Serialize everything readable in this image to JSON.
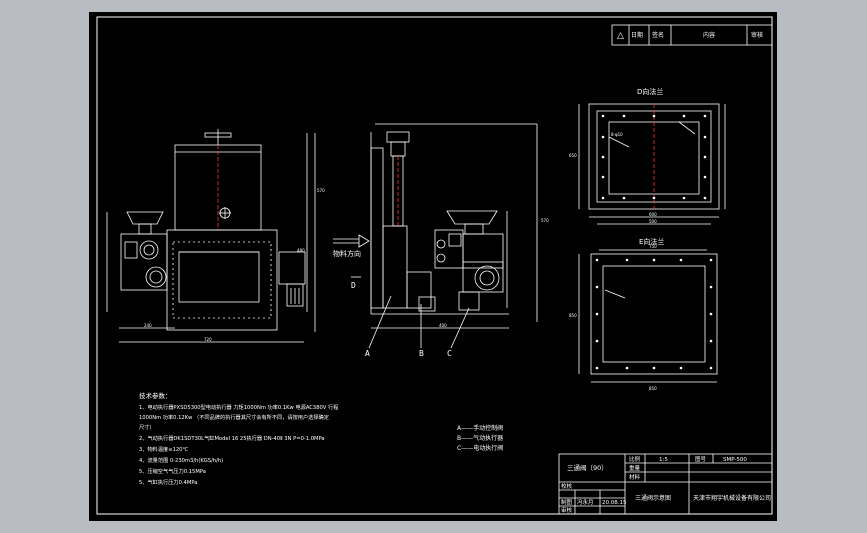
{
  "revision_header": {
    "mark": "△",
    "date": "日期",
    "sign": "签名",
    "content": "内容",
    "approve": "审核"
  },
  "views": {
    "flow_direction": "物料方向",
    "flange_d_title": "D向法兰",
    "flange_e_title": "E向法兰",
    "flange_d_dims": {
      "outer": "600",
      "inner": "500",
      "left": "650",
      "bolt": "8-φ10"
    },
    "flange_e_dims": {
      "outer": "850",
      "inner": "750",
      "left": "850"
    },
    "front_dims": {
      "width": "720",
      "height": "570",
      "left": "240",
      "right": "480"
    },
    "side_dims": {
      "height": "570",
      "width": "400"
    },
    "part_labels": [
      "A",
      "B",
      "C"
    ],
    "d_marker": "D"
  },
  "notes": {
    "title": "技术参数：",
    "lines": [
      "1、电动执行器PXSD5300型电动执行器   力矩1000Nm  功率0.1Kw  电源AC380V  行程",
      "1000Nm  功率0.12Kw  （不同品牌的执行器其尺寸会有所不同，请按用户选择确定",
      "尺寸）",
      "2、气动执行器DK1SDT30L气缸Model 16  25执行器  DN-40Ⅱ  3N  P=0-1.0MPa",
      "3、物料温度≤120℃",
      "4、流量范围 0-230m3/h(KGS/h/h)",
      "5、压缩空气气压力0.15MPa",
      "5、气缸执行压力0.4MPa"
    ]
  },
  "legend": [
    "A——手动控制阀",
    "B——气动执行器",
    "C——电动执行阀"
  ],
  "title_block": {
    "product_name": "三通阀（90）",
    "scale_label": "比例",
    "scale_value": "1:5",
    "drawing_no_label": "图号",
    "drawing_no_value": "SMP-500",
    "weight_label": "重量",
    "material_label": "材料",
    "row_draw": "制图",
    "row_check": "审核",
    "row_review": "校核",
    "drafter": "冯永月",
    "date": "20.08.15",
    "drawing_title": "三通阀示意图",
    "company": "天津市翔宇机械设备有限公司"
  },
  "colors": {
    "background": "#000000",
    "line": "#ffffff",
    "hatch": "#ff3030",
    "border": "#b9bcc2"
  }
}
